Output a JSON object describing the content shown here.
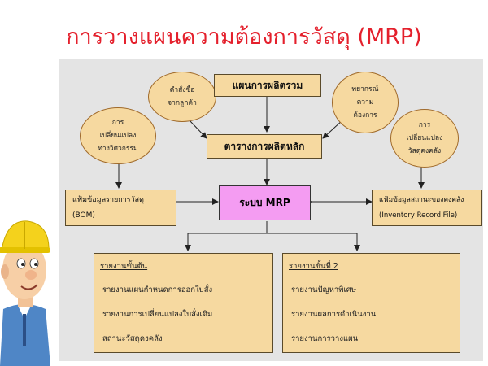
{
  "title": "การวางแผนความต้องการวัสดุ (MRP)",
  "nodes": {
    "customer_order": "คำสั่งซื้อ\nจากลูกค้า",
    "aggregate_plan": "แผนการผลิตรวม",
    "forecast": "พยากรณ์\nความ\nต้องการ",
    "eng_change": "การ\nเปลี่ยนแปลง\nทางวิศวกรรม",
    "master_schedule": "ตารางการผลิตหลัก",
    "inventory_change": "การ\nเปลี่ยนแปลง\nวัสดุคงคลัง",
    "bom_file": "แฟ้มข้อมูลรายการวัสดุ\n(BOM)",
    "mrp_system": "ระบบ MRP",
    "inventory_file": "แฟ้มข้อมูลสถานะของคงคลัง\n(Inventory Record File)"
  },
  "primary_reports": {
    "title": "รายงานขั้นต้น",
    "items": [
      "รายงานแผนกำหนดการออกใบสั่ง",
      "รายงานการเปลี่ยนแปลงใบสั่งเดิม",
      "สถานะวัสดุคงคลัง"
    ]
  },
  "secondary_reports": {
    "title": "รายงานขั้นที่ 2",
    "items": [
      "รายงานปัญหาพิเศษ",
      "รายงานผลการดำเนินงาน",
      "รายงานการวางแผน"
    ]
  },
  "colors": {
    "title": "#e4202c",
    "node_fill": "#f6d9a0",
    "mrp_fill": "#f49cf2",
    "panel": "#e4e4e4"
  }
}
